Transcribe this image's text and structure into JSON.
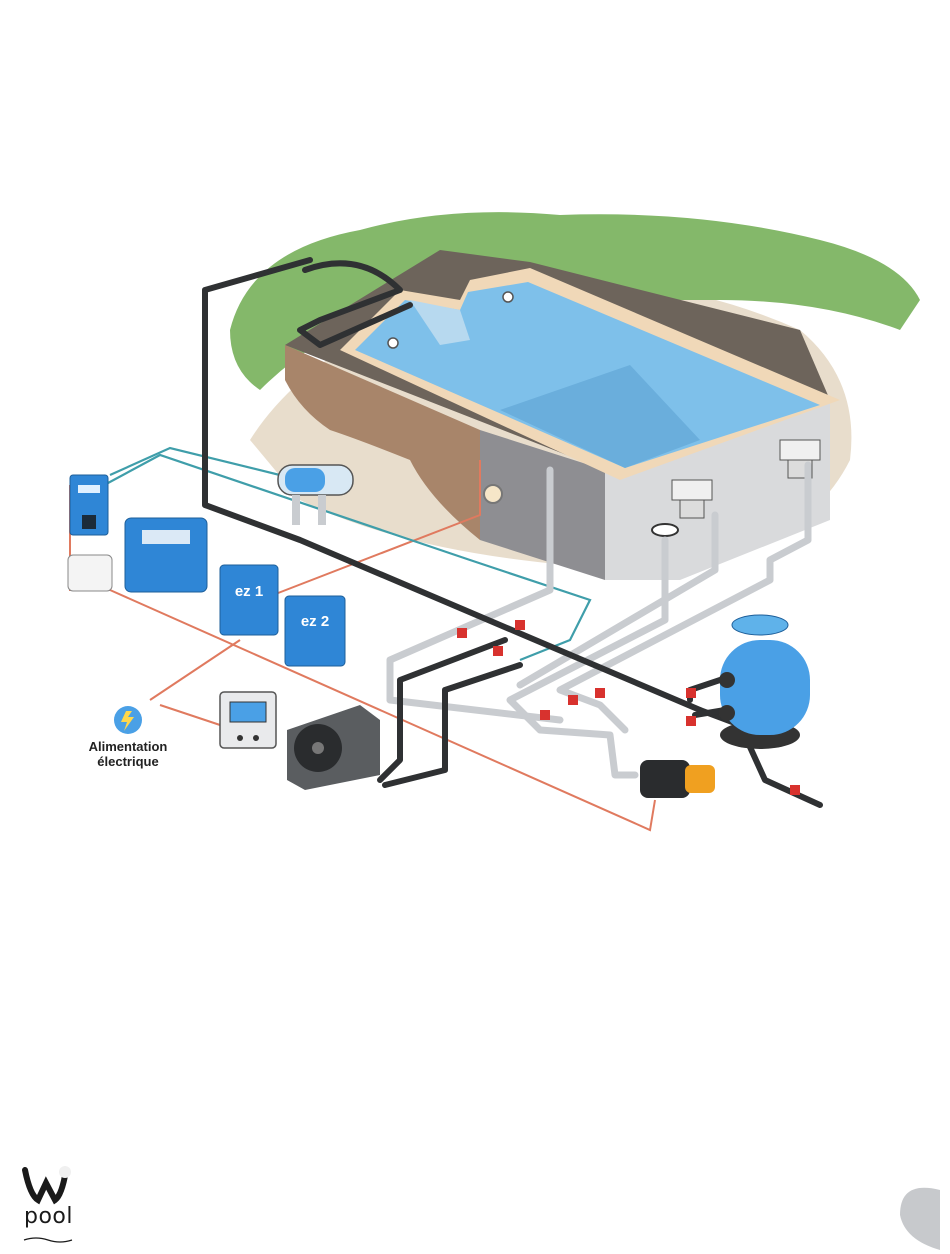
{
  "diagram": {
    "power_label_line1": "Alimentation",
    "power_label_line2": "électrique",
    "ctrl1_label": "ez 1",
    "ctrl2_label": "ez 2"
  },
  "footer": {
    "logo_text": "pool"
  },
  "colors": {
    "water": "#7ec0ea",
    "pipe": "#2f3133",
    "pipe_grey": "#c9ccd0",
    "water_line": "#3f9eaa",
    "electric_line": "#e07a5f",
    "equipment_blue": "#2f86d6",
    "grass": "#84b86a",
    "valve": "#d8322e"
  }
}
